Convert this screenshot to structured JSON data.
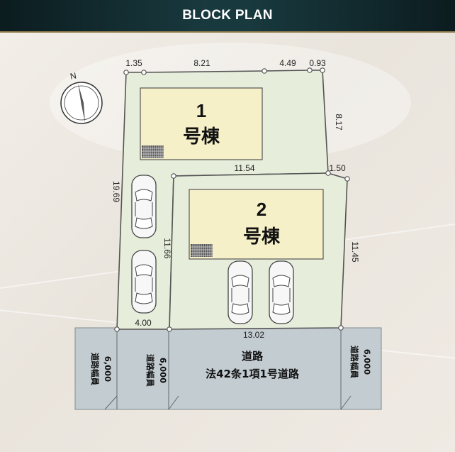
{
  "header": {
    "title": "BLOCK PLAN"
  },
  "compass": {
    "north_label": "N"
  },
  "lots": [
    {
      "number": "1",
      "name": "号棟"
    },
    {
      "number": "2",
      "name": "号棟"
    }
  ],
  "dimensions": {
    "top_a": "1.35",
    "top_b": "8.21",
    "top_c": "4.49",
    "top_d": "0.93",
    "right_upper": "8.17",
    "lot2_top": "11.54",
    "lot2_top_right": "1.50",
    "left": "19.69",
    "lot2_left": "11.66",
    "lot2_right": "11.45",
    "bottom_left": "4.00",
    "bottom_right": "13.02"
  },
  "roads": {
    "main_name": "道路",
    "main_type": "法42条1項1号道路",
    "width_label": "道路幅員",
    "width_value": "6,000"
  }
}
